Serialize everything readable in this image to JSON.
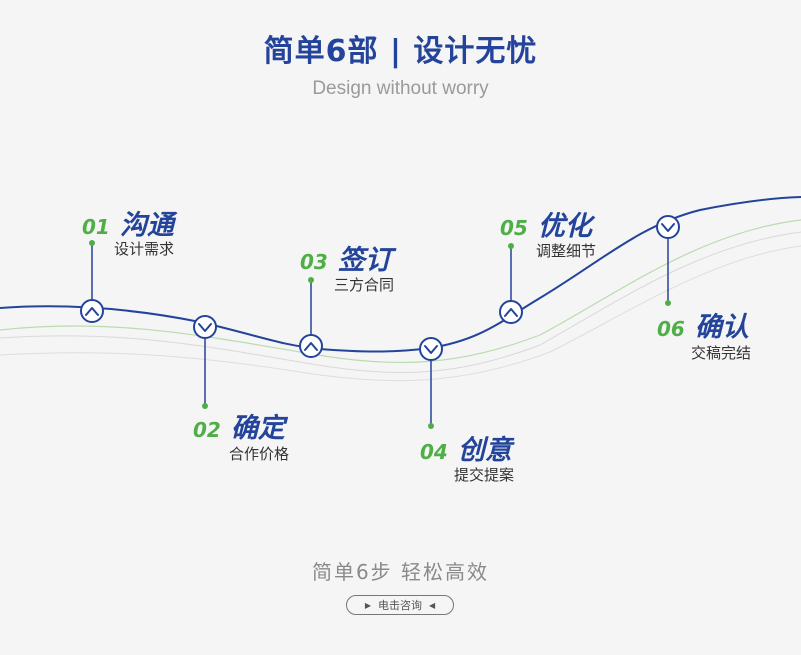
{
  "header": {
    "title": "简单6部 | 设计无忧",
    "subtitle": "Design without worry"
  },
  "steps": [
    {
      "num": "01",
      "name": "沟通",
      "desc": "设计需求"
    },
    {
      "num": "02",
      "name": "确定",
      "desc": "合作价格"
    },
    {
      "num": "03",
      "name": "签订",
      "desc": "三方合同"
    },
    {
      "num": "04",
      "name": "创意",
      "desc": "提交提案"
    },
    {
      "num": "05",
      "name": "优化",
      "desc": "调整细节"
    },
    {
      "num": "06",
      "name": "确认",
      "desc": "交稿完结"
    }
  ],
  "footer": {
    "title": "简单6步 轻松高效",
    "button_label": "电击咨询"
  },
  "colors": {
    "primary_blue": "#23449a",
    "accent_green": "#4fae46",
    "background": "#f5f5f5"
  }
}
